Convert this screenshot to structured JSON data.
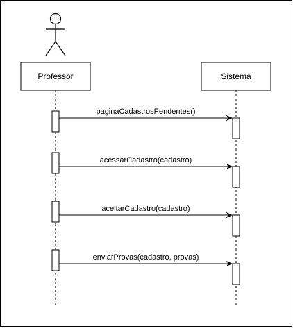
{
  "participants": {
    "professor": {
      "label": "Professor",
      "has_actor_figure": true,
      "icon": "stick-figure-icon"
    },
    "sistema": {
      "label": "Sistema"
    }
  },
  "messages": [
    {
      "label": "paginaCadastrosPendentes()",
      "from": "professor",
      "to": "sistema"
    },
    {
      "label": "acessarCadastro(cadastro)",
      "from": "professor",
      "to": "sistema"
    },
    {
      "label": "aceitarCadastro(cadastro)",
      "from": "professor",
      "to": "sistema"
    },
    {
      "label": "enviarProvas(cadastro, provas)",
      "from": "professor",
      "to": "sistema"
    }
  ],
  "colors": {
    "stroke": "#000000",
    "background": "#ffffff",
    "text": "#000000"
  }
}
